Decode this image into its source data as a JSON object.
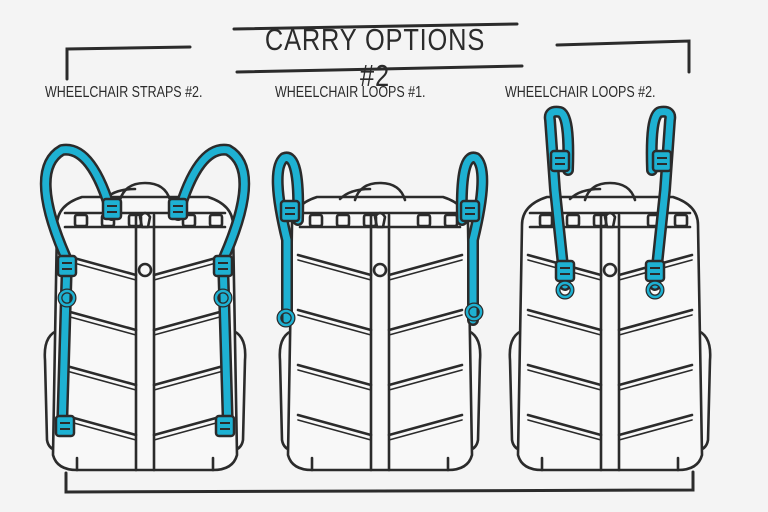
{
  "title": "CARRY OPTIONS #2",
  "colors": {
    "background": "#f4f4f4",
    "ink": "#2b2b2b",
    "strap_accent": "#1eb1d2"
  },
  "panels": [
    {
      "label": "WHEELCHAIR STRAPS #2.",
      "strap_style": "long-straps"
    },
    {
      "label": "WHEELCHAIR LOOPS #1.",
      "strap_style": "short-loops-side"
    },
    {
      "label": "WHEELCHAIR LOOPS #2.",
      "strap_style": "loops-raised"
    }
  ]
}
